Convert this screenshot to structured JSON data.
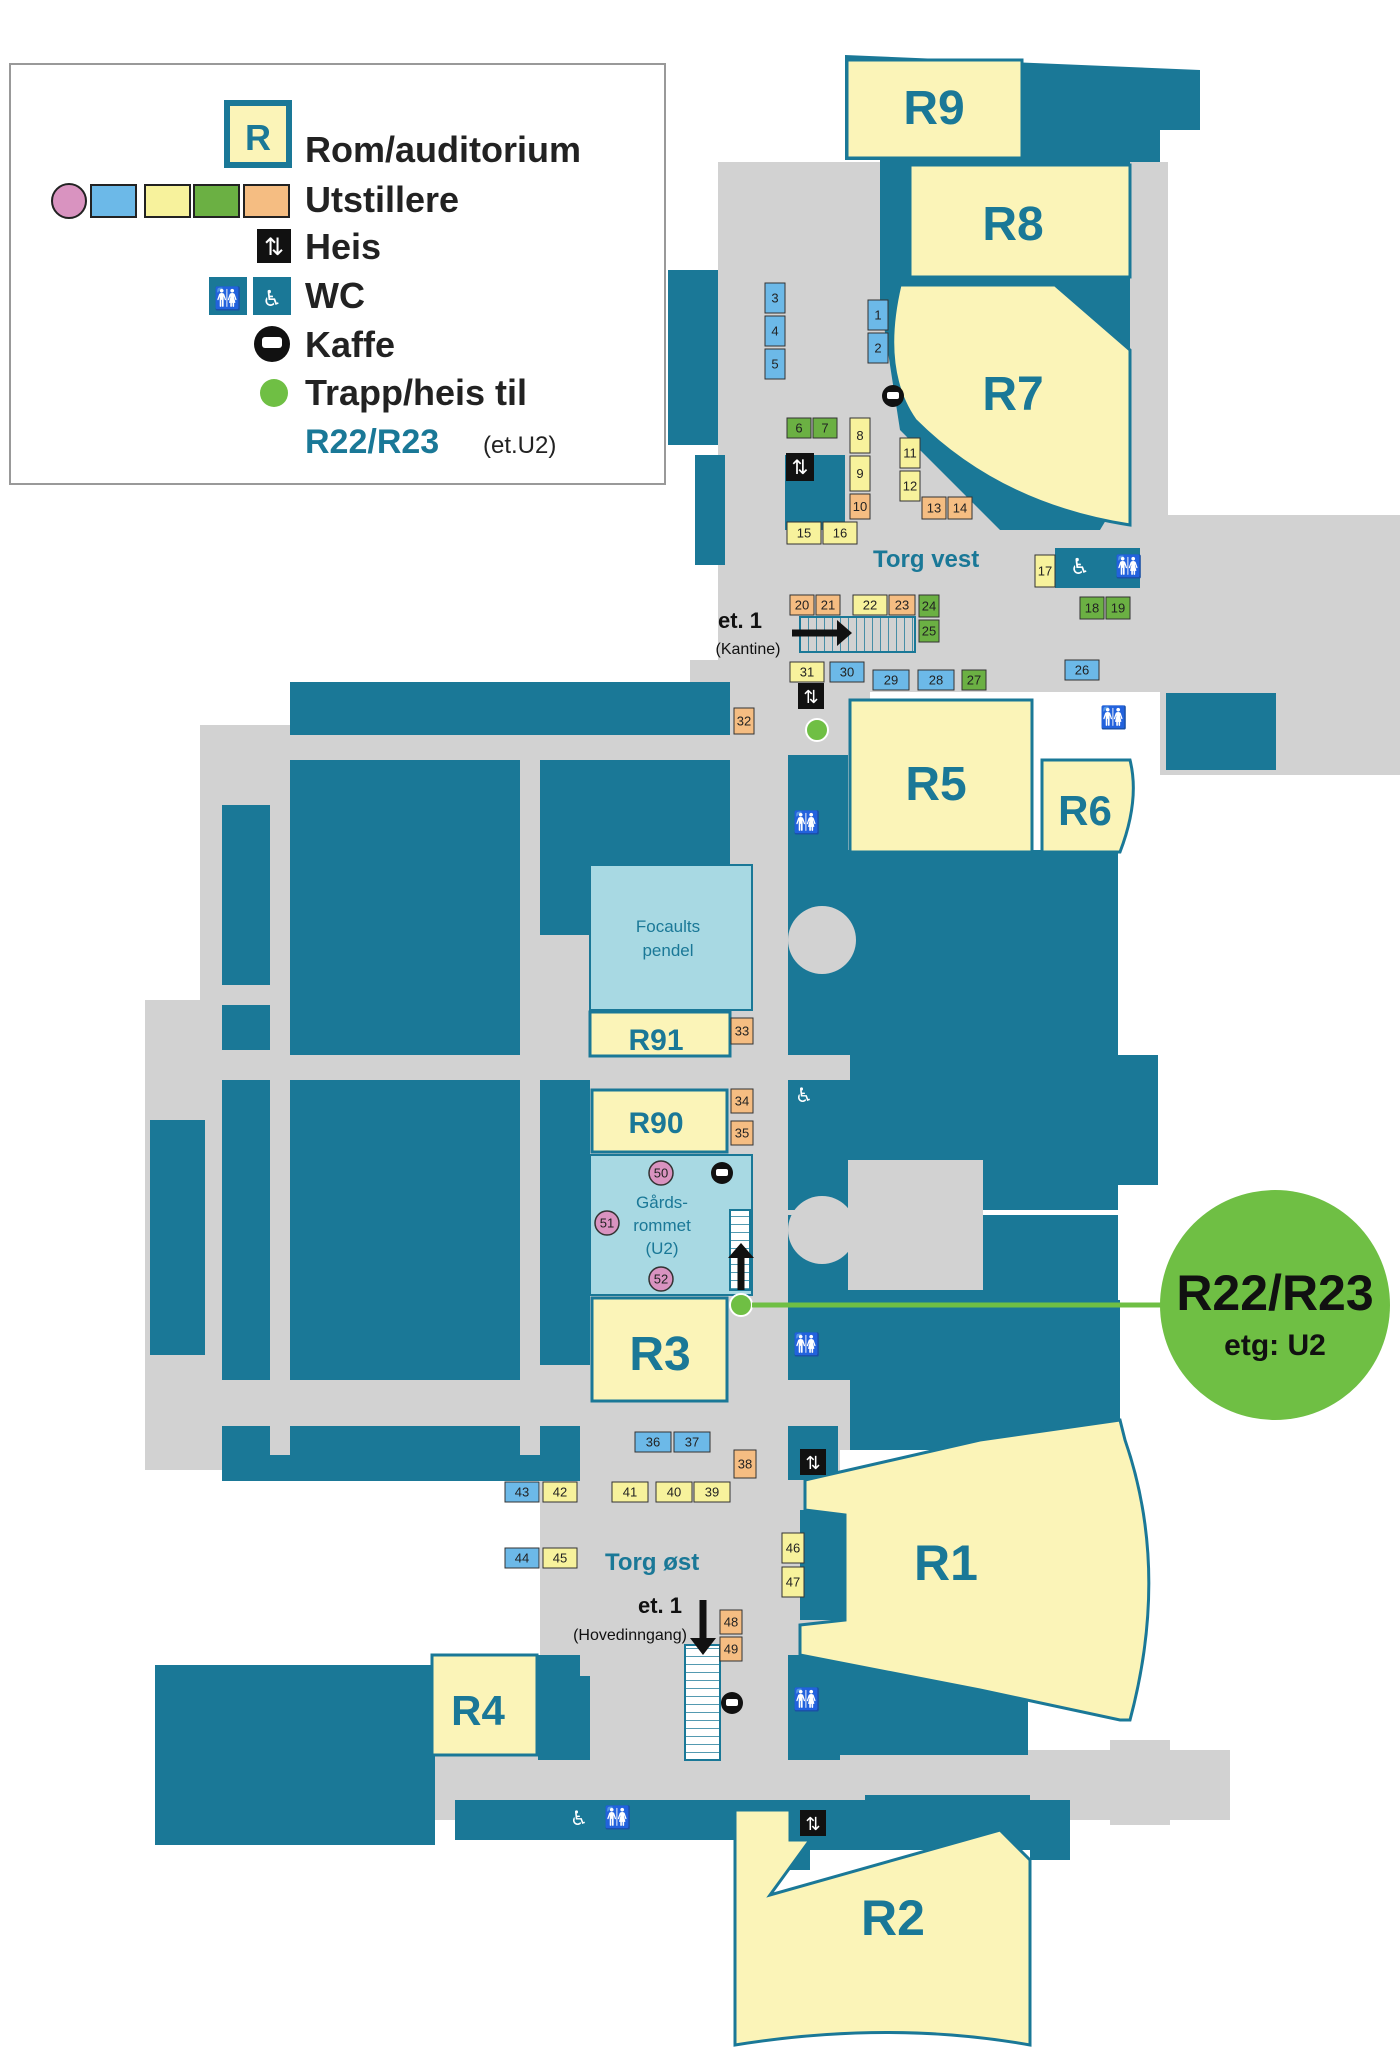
{
  "legend": {
    "room_marker": "R",
    "room": "Rom/auditorium",
    "exhibitors": "Utstillere",
    "elevator": "Heis",
    "wc": "WC",
    "coffee": "Kaffe",
    "stairs": "Trapp/heis til",
    "target_rooms": "R22/R23",
    "target_floor": "(et.U2)",
    "exhibitor_colors": [
      "#d993c0",
      "#6cb9e8",
      "#f7f29c",
      "#6bb043",
      "#f5bd82"
    ]
  },
  "rooms": {
    "r1": "R1",
    "r2": "R2",
    "r3": "R3",
    "r4": "R4",
    "r5": "R5",
    "r6": "R6",
    "r7": "R7",
    "r8": "R8",
    "r9": "R9",
    "r90": "R90",
    "r91": "R91"
  },
  "zones": {
    "torg_vest": "Torg vest",
    "torg_ost": "Torg øst",
    "focault_1": "Focaults",
    "focault_2": "pendel",
    "gard_1": "Gårds-",
    "gard_2": "rommet",
    "gard_3": "(U2)"
  },
  "floors": {
    "kantine_level": "et. 1",
    "kantine_name": "(Kantine)",
    "main_level": "et. 1",
    "main_name": "(Hovedinngang)"
  },
  "callout": {
    "rooms": "R22/R23",
    "floor": "etg: U2",
    "color": "#6fbf44"
  },
  "colors": {
    "wall": "#1a7897",
    "floor": "#d2d2d2",
    "room": "#fbf4b8",
    "pool": "#a8d9e3"
  },
  "booths": [
    {
      "n": "1",
      "t": "blue"
    },
    {
      "n": "2",
      "t": "blue"
    },
    {
      "n": "3",
      "t": "blue"
    },
    {
      "n": "4",
      "t": "blue"
    },
    {
      "n": "5",
      "t": "blue"
    },
    {
      "n": "6",
      "t": "green"
    },
    {
      "n": "7",
      "t": "green"
    },
    {
      "n": "8",
      "t": "yellow"
    },
    {
      "n": "9",
      "t": "yellow"
    },
    {
      "n": "10",
      "t": "orange"
    },
    {
      "n": "11",
      "t": "yellow"
    },
    {
      "n": "12",
      "t": "yellow"
    },
    {
      "n": "13",
      "t": "orange"
    },
    {
      "n": "14",
      "t": "orange"
    },
    {
      "n": "15",
      "t": "yellow"
    },
    {
      "n": "16",
      "t": "yellow"
    },
    {
      "n": "17",
      "t": "yellow"
    },
    {
      "n": "18",
      "t": "green"
    },
    {
      "n": "19",
      "t": "green"
    },
    {
      "n": "20",
      "t": "orange"
    },
    {
      "n": "21",
      "t": "orange"
    },
    {
      "n": "22",
      "t": "yellow"
    },
    {
      "n": "23",
      "t": "orange"
    },
    {
      "n": "24",
      "t": "green"
    },
    {
      "n": "25",
      "t": "green"
    },
    {
      "n": "26",
      "t": "blue"
    },
    {
      "n": "27",
      "t": "green"
    },
    {
      "n": "28",
      "t": "blue"
    },
    {
      "n": "29",
      "t": "blue"
    },
    {
      "n": "30",
      "t": "blue"
    },
    {
      "n": "31",
      "t": "yellow"
    },
    {
      "n": "32",
      "t": "orange"
    },
    {
      "n": "33",
      "t": "orange"
    },
    {
      "n": "34",
      "t": "orange"
    },
    {
      "n": "35",
      "t": "orange"
    },
    {
      "n": "36",
      "t": "blue"
    },
    {
      "n": "37",
      "t": "blue"
    },
    {
      "n": "38",
      "t": "orange"
    },
    {
      "n": "39",
      "t": "yellow"
    },
    {
      "n": "40",
      "t": "yellow"
    },
    {
      "n": "41",
      "t": "yellow"
    },
    {
      "n": "42",
      "t": "yellow"
    },
    {
      "n": "43",
      "t": "blue"
    },
    {
      "n": "44",
      "t": "blue"
    },
    {
      "n": "45",
      "t": "yellow"
    },
    {
      "n": "46",
      "t": "yellow"
    },
    {
      "n": "47",
      "t": "yellow"
    },
    {
      "n": "48",
      "t": "orange"
    },
    {
      "n": "49",
      "t": "orange"
    },
    {
      "n": "50",
      "t": "pink"
    },
    {
      "n": "51",
      "t": "pink"
    },
    {
      "n": "52",
      "t": "pink"
    }
  ]
}
